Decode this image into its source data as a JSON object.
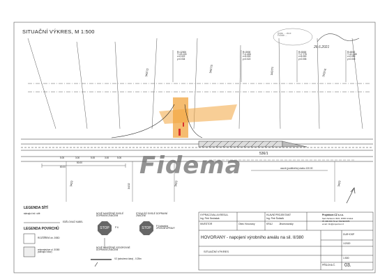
{
  "drawing": {
    "title": "SITUAČNÍ VÝKRES, M 1:500",
    "curves": [
      {
        "label": "R=12000\nT=23.133\nv=0.022\ny=0.034"
      },
      {
        "label": "R=3000\nT=1.406\nv=5.000\ny=0.022"
      },
      {
        "label": "R=5000\nT=7.775\nv=5.000\ny=0.006"
      },
      {
        "label": "R=8000\nT=10.168\nv=0.059\ny=0.005"
      }
    ],
    "parcels": [
      "3437/2",
      "3437/3",
      "3437/1",
      "3437/4",
      "3423",
      "3432",
      "3423",
      "3423"
    ],
    "road_number": "536/1",
    "dimensions": [
      "5.00",
      "3.00",
      "5.00",
      "3.00",
      "5.00",
      "50.00",
      "80.00"
    ],
    "km_label": "osové (podélného) úseku 100.00",
    "stamp_text": "Ústav ... obce\nPrůběh ...",
    "handwriting": "28.6.2021"
  },
  "watermark": {
    "text": "Fidema",
    "color": "#b0b0b0"
  },
  "accent": {
    "orange": "#f2a640",
    "red": "#d9302c"
  },
  "legend": {
    "title_network": "LEGENDA SÍTÍ",
    "existing_network": "stávající inž. sítě",
    "cable_label": "EDĚLOVACÍ KABEL",
    "title_surface": "LEGENDA POVRCHŮ",
    "widening": "ROZŠÍŘENÍ ob. 20BD",
    "reconstruction": "rekonstrukce ul. 3/380\n(stávající stav)",
    "new_vertical": "NOVĚ NAVRŽENÉ SVISLÉ\nDOPRAVNÍ ZNAČENÍ",
    "existing_vertical": "STÁVAJÍCÍ SVISLÉ DOPRAVNÍ\nZNAČENÍ",
    "sign_p6": "P 6",
    "sign_p6_desc": "P 6 stávající\nZPŮSOB ÚPRAVY",
    "new_horizontal": "NOVĚ NAVRŽENÉ VODOROVNÉ\nDOPRAVNÍ ZNAČENÍ",
    "v2_label": "V2 (sdružená čára) - 0.25m",
    "stop_text": "STOP"
  },
  "title_block": {
    "prepared_by_label": "VYPRACOVAL A KRESLIL",
    "prepared_by": "Ing. Petr Sezbalak",
    "chief_label": "HLAVNÍ PROJEKTANT",
    "chief": "Ing. Petr Šotiarik",
    "company": "Projektcer.CZ s.r.o.",
    "company_address": "Nad Václavem 3022, 30001 Hrádek\nIČ: 035 454 71 tel: 731 524 575\nemail: info@projectcer.cz",
    "investor_label": "INVESTOR",
    "investor": "Obec Hovorany",
    "county_label": "KRAJ",
    "county": "Jihomoravský",
    "project_title": "HOVORANY - napojení výrobního areálu na sil. II/380",
    "drawing_name": "SITUAČNÍ VÝKRES",
    "format": "DUR+DSP",
    "date": "1/2020",
    "scale": "1:500",
    "sheet_label": "PŘÍLOHA Č.",
    "sheet": "03."
  }
}
